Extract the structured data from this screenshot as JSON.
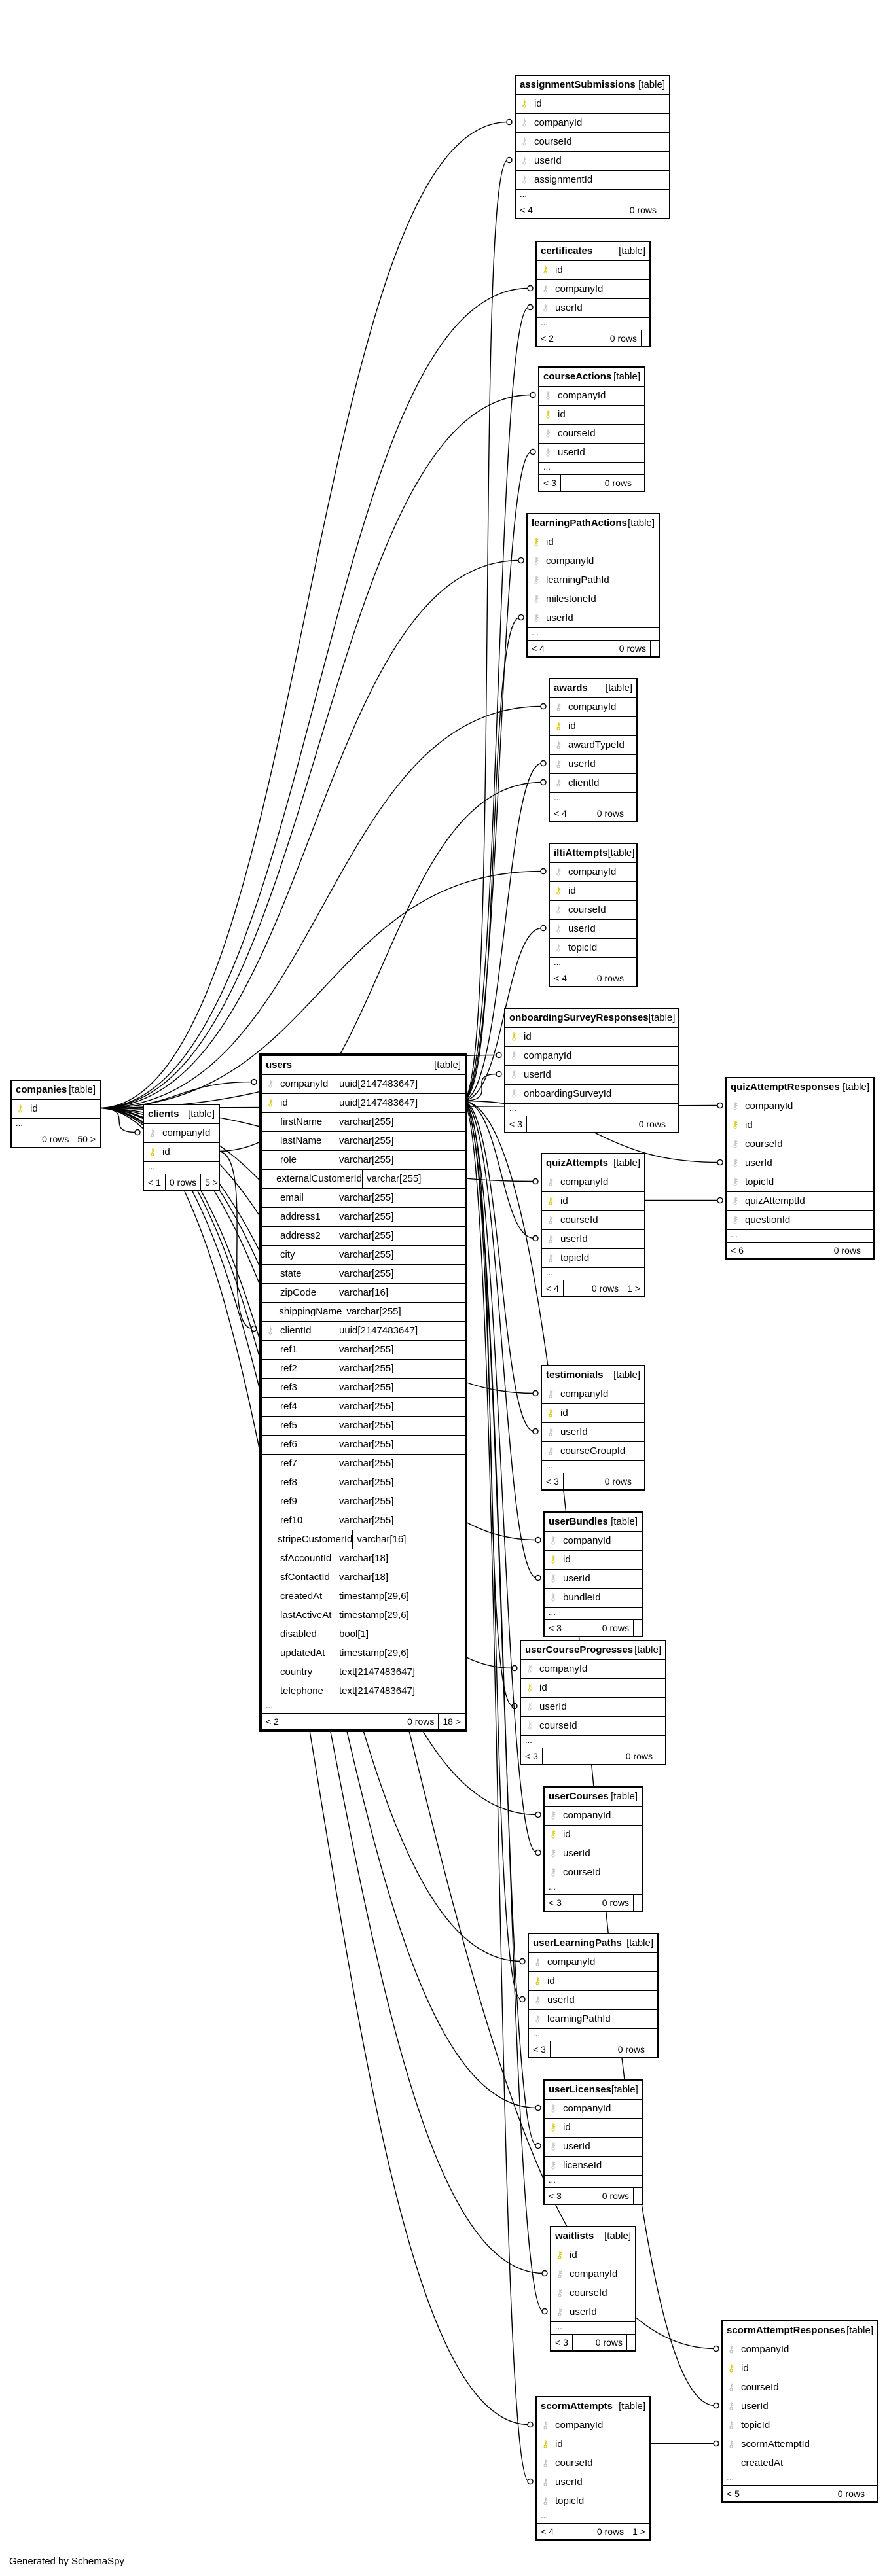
{
  "key_icons": {
    "pk": "primary-key-icon",
    "fk": "foreign-key-icon"
  },
  "colors": {
    "pk": "#d9c400",
    "fk": "#bdbdbd",
    "line": "#000000"
  },
  "generated_by": "Generated by SchemaSpy",
  "tables": [
    {
      "id": "companies",
      "name": "companies",
      "kind": "[table]",
      "cols": [
        {
          "n": "id",
          "k": "pk"
        }
      ],
      "f1": "",
      "rows": "0 rows",
      "f3": "50 >"
    },
    {
      "id": "clients",
      "name": "clients",
      "kind": "[table]",
      "cols": [
        {
          "n": "companyId",
          "k": "fk"
        },
        {
          "n": "id",
          "k": "pk"
        }
      ],
      "f1": "< 1",
      "rows": "0 rows",
      "f3": "5 >"
    },
    {
      "id": "users",
      "name": "users",
      "kind": "[table]",
      "cols": [
        {
          "n": "companyId",
          "t": "uuid[2147483647]",
          "k": "fk"
        },
        {
          "n": "id",
          "t": "uuid[2147483647]",
          "k": "pk"
        },
        {
          "n": "firstName",
          "t": "varchar[255]"
        },
        {
          "n": "lastName",
          "t": "varchar[255]"
        },
        {
          "n": "role",
          "t": "varchar[255]"
        },
        {
          "n": "externalCustomerId",
          "t": "varchar[255]"
        },
        {
          "n": "email",
          "t": "varchar[255]"
        },
        {
          "n": "address1",
          "t": "varchar[255]"
        },
        {
          "n": "address2",
          "t": "varchar[255]"
        },
        {
          "n": "city",
          "t": "varchar[255]"
        },
        {
          "n": "state",
          "t": "varchar[255]"
        },
        {
          "n": "zipCode",
          "t": "varchar[16]"
        },
        {
          "n": "shippingName",
          "t": "varchar[255]"
        },
        {
          "n": "clientId",
          "t": "uuid[2147483647]",
          "k": "fk"
        },
        {
          "n": "ref1",
          "t": "varchar[255]"
        },
        {
          "n": "ref2",
          "t": "varchar[255]"
        },
        {
          "n": "ref3",
          "t": "varchar[255]"
        },
        {
          "n": "ref4",
          "t": "varchar[255]"
        },
        {
          "n": "ref5",
          "t": "varchar[255]"
        },
        {
          "n": "ref6",
          "t": "varchar[255]"
        },
        {
          "n": "ref7",
          "t": "varchar[255]"
        },
        {
          "n": "ref8",
          "t": "varchar[255]"
        },
        {
          "n": "ref9",
          "t": "varchar[255]"
        },
        {
          "n": "ref10",
          "t": "varchar[255]"
        },
        {
          "n": "stripeCustomerId",
          "t": "varchar[16]"
        },
        {
          "n": "sfAccountId",
          "t": "varchar[18]"
        },
        {
          "n": "sfContactId",
          "t": "varchar[18]"
        },
        {
          "n": "createdAt",
          "t": "timestamp[29,6]"
        },
        {
          "n": "lastActiveAt",
          "t": "timestamp[29,6]"
        },
        {
          "n": "disabled",
          "t": "bool[1]"
        },
        {
          "n": "updatedAt",
          "t": "timestamp[29,6]"
        },
        {
          "n": "country",
          "t": "text[2147483647]"
        },
        {
          "n": "telephone",
          "t": "text[2147483647]"
        }
      ],
      "f1": "< 2",
      "rows": "0 rows",
      "f3": "18 >"
    },
    {
      "id": "assignmentSubmissions",
      "name": "assignmentSubmissions",
      "kind": "[table]",
      "cols": [
        {
          "n": "id",
          "k": "pk"
        },
        {
          "n": "companyId",
          "k": "fk"
        },
        {
          "n": "courseId",
          "k": "fk"
        },
        {
          "n": "userId",
          "k": "fk"
        },
        {
          "n": "assignmentId",
          "k": "fk"
        }
      ],
      "f1": "< 4",
      "rows": "0 rows",
      "f3": ""
    },
    {
      "id": "certificates",
      "name": "certificates",
      "kind": "[table]",
      "cols": [
        {
          "n": "id",
          "k": "pk"
        },
        {
          "n": "companyId",
          "k": "fk"
        },
        {
          "n": "userId",
          "k": "fk"
        }
      ],
      "f1": "< 2",
      "rows": "0 rows",
      "f3": ""
    },
    {
      "id": "courseActions",
      "name": "courseActions",
      "kind": "[table]",
      "cols": [
        {
          "n": "companyId",
          "k": "fk"
        },
        {
          "n": "id",
          "k": "pk"
        },
        {
          "n": "courseId",
          "k": "fk"
        },
        {
          "n": "userId",
          "k": "fk"
        }
      ],
      "f1": "< 3",
      "rows": "0 rows",
      "f3": ""
    },
    {
      "id": "learningPathActions",
      "name": "learningPathActions",
      "kind": "[table]",
      "cols": [
        {
          "n": "id",
          "k": "pk"
        },
        {
          "n": "companyId",
          "k": "fk"
        },
        {
          "n": "learningPathId",
          "k": "fk"
        },
        {
          "n": "milestoneId",
          "k": "fk"
        },
        {
          "n": "userId",
          "k": "fk"
        }
      ],
      "f1": "< 4",
      "rows": "0 rows",
      "f3": ""
    },
    {
      "id": "awards",
      "name": "awards",
      "kind": "[table]",
      "cols": [
        {
          "n": "companyId",
          "k": "fk"
        },
        {
          "n": "id",
          "k": "pk"
        },
        {
          "n": "awardTypeId",
          "k": "fk"
        },
        {
          "n": "userId",
          "k": "fk"
        },
        {
          "n": "clientId",
          "k": "fk"
        }
      ],
      "f1": "< 4",
      "rows": "0 rows",
      "f3": ""
    },
    {
      "id": "iltiAttempts",
      "name": "iltiAttempts",
      "kind": "[table]",
      "cols": [
        {
          "n": "companyId",
          "k": "fk"
        },
        {
          "n": "id",
          "k": "pk"
        },
        {
          "n": "courseId",
          "k": "fk"
        },
        {
          "n": "userId",
          "k": "fk"
        },
        {
          "n": "topicId",
          "k": "fk"
        }
      ],
      "f1": "< 4",
      "rows": "0 rows",
      "f3": ""
    },
    {
      "id": "onboardingSurveyResponses",
      "name": "onboardingSurveyResponses",
      "kind": "[table]",
      "cols": [
        {
          "n": "id",
          "k": "pk"
        },
        {
          "n": "companyId",
          "k": "fk"
        },
        {
          "n": "userId",
          "k": "fk"
        },
        {
          "n": "onboardingSurveyId",
          "k": "fk"
        }
      ],
      "f1": "< 3",
      "rows": "0 rows",
      "f3": ""
    },
    {
      "id": "quizAttempts",
      "name": "quizAttempts",
      "kind": "[table]",
      "cols": [
        {
          "n": "companyId",
          "k": "fk"
        },
        {
          "n": "id",
          "k": "pk"
        },
        {
          "n": "courseId",
          "k": "fk"
        },
        {
          "n": "userId",
          "k": "fk"
        },
        {
          "n": "topicId",
          "k": "fk"
        }
      ],
      "f1": "< 4",
      "rows": "0 rows",
      "f3": "1 >"
    },
    {
      "id": "quizAttemptResponses",
      "name": "quizAttemptResponses",
      "kind": "[table]",
      "cols": [
        {
          "n": "companyId",
          "k": "fk"
        },
        {
          "n": "id",
          "k": "pk"
        },
        {
          "n": "courseId",
          "k": "fk"
        },
        {
          "n": "userId",
          "k": "fk"
        },
        {
          "n": "topicId",
          "k": "fk"
        },
        {
          "n": "quizAttemptId",
          "k": "fk"
        },
        {
          "n": "questionId",
          "k": "fk"
        }
      ],
      "f1": "< 6",
      "rows": "0 rows",
      "f3": ""
    },
    {
      "id": "testimonials",
      "name": "testimonials",
      "kind": "[table]",
      "cols": [
        {
          "n": "companyId",
          "k": "fk"
        },
        {
          "n": "id",
          "k": "pk"
        },
        {
          "n": "userId",
          "k": "fk"
        },
        {
          "n": "courseGroupId",
          "k": "fk"
        }
      ],
      "f1": "< 3",
      "rows": "0 rows",
      "f3": ""
    },
    {
      "id": "userBundles",
      "name": "userBundles",
      "kind": "[table]",
      "cols": [
        {
          "n": "companyId",
          "k": "fk"
        },
        {
          "n": "id",
          "k": "pk"
        },
        {
          "n": "userId",
          "k": "fk"
        },
        {
          "n": "bundleId",
          "k": "fk"
        }
      ],
      "f1": "< 3",
      "rows": "0 rows",
      "f3": ""
    },
    {
      "id": "userCourseProgresses",
      "name": "userCourseProgresses",
      "kind": "[table]",
      "cols": [
        {
          "n": "companyId",
          "k": "fk"
        },
        {
          "n": "id",
          "k": "pk"
        },
        {
          "n": "userId",
          "k": "fk"
        },
        {
          "n": "courseId",
          "k": "fk"
        }
      ],
      "f1": "< 3",
      "rows": "0 rows",
      "f3": ""
    },
    {
      "id": "userCourses",
      "name": "userCourses",
      "kind": "[table]",
      "cols": [
        {
          "n": "companyId",
          "k": "fk"
        },
        {
          "n": "id",
          "k": "pk"
        },
        {
          "n": "userId",
          "k": "fk"
        },
        {
          "n": "courseId",
          "k": "fk"
        }
      ],
      "f1": "< 3",
      "rows": "0 rows",
      "f3": ""
    },
    {
      "id": "userLearningPaths",
      "name": "userLearningPaths",
      "kind": "[table]",
      "cols": [
        {
          "n": "companyId",
          "k": "fk"
        },
        {
          "n": "id",
          "k": "pk"
        },
        {
          "n": "userId",
          "k": "fk"
        },
        {
          "n": "learningPathId",
          "k": "fk"
        }
      ],
      "f1": "< 3",
      "rows": "0 rows",
      "f3": ""
    },
    {
      "id": "userLicenses",
      "name": "userLicenses",
      "kind": "[table]",
      "cols": [
        {
          "n": "companyId",
          "k": "fk"
        },
        {
          "n": "id",
          "k": "pk"
        },
        {
          "n": "userId",
          "k": "fk"
        },
        {
          "n": "licenseId",
          "k": "fk"
        }
      ],
      "f1": "< 3",
      "rows": "0 rows",
      "f3": ""
    },
    {
      "id": "waitlists",
      "name": "waitlists",
      "kind": "[table]",
      "cols": [
        {
          "n": "id",
          "k": "pk"
        },
        {
          "n": "companyId",
          "k": "fk"
        },
        {
          "n": "courseId",
          "k": "fk"
        },
        {
          "n": "userId",
          "k": "fk"
        }
      ],
      "f1": "< 3",
      "rows": "0 rows",
      "f3": ""
    },
    {
      "id": "scormAttemptResponses",
      "name": "scormAttemptResponses",
      "kind": "[table]",
      "cols": [
        {
          "n": "companyId",
          "k": "fk"
        },
        {
          "n": "id",
          "k": "pk"
        },
        {
          "n": "courseId",
          "k": "fk"
        },
        {
          "n": "userId",
          "k": "fk"
        },
        {
          "n": "topicId",
          "k": "fk"
        },
        {
          "n": "scormAttemptId",
          "k": "fk"
        },
        {
          "n": "createdAt"
        }
      ],
      "f1": "< 5",
      "rows": "0 rows",
      "f3": ""
    },
    {
      "id": "scormAttempts",
      "name": "scormAttempts",
      "kind": "[table]",
      "cols": [
        {
          "n": "companyId",
          "k": "fk"
        },
        {
          "n": "id",
          "k": "pk"
        },
        {
          "n": "courseId",
          "k": "fk"
        },
        {
          "n": "userId",
          "k": "fk"
        },
        {
          "n": "topicId",
          "k": "fk"
        }
      ],
      "f1": "< 4",
      "rows": "0 rows",
      "f3": "1 >"
    }
  ],
  "relations": [
    {
      "from": "companies.id",
      "to": "clients.companyId"
    },
    {
      "from": "companies.id",
      "to": "users.companyId"
    },
    {
      "from": "clients.id",
      "to": "users.clientId"
    },
    {
      "from": "companies.id",
      "to": "assignmentSubmissions.companyId"
    },
    {
      "from": "users.id",
      "to": "assignmentSubmissions.userId"
    },
    {
      "from": "companies.id",
      "to": "certificates.companyId"
    },
    {
      "from": "users.id",
      "to": "certificates.userId"
    },
    {
      "from": "companies.id",
      "to": "courseActions.companyId"
    },
    {
      "from": "users.id",
      "to": "courseActions.userId"
    },
    {
      "from": "companies.id",
      "to": "learningPathActions.companyId"
    },
    {
      "from": "users.id",
      "to": "learningPathActions.userId"
    },
    {
      "from": "companies.id",
      "to": "awards.companyId"
    },
    {
      "from": "users.id",
      "to": "awards.userId"
    },
    {
      "from": "clients.id",
      "to": "awards.clientId"
    },
    {
      "from": "companies.id",
      "to": "iltiAttempts.companyId"
    },
    {
      "from": "users.id",
      "to": "iltiAttempts.userId"
    },
    {
      "from": "companies.id",
      "to": "onboardingSurveyResponses.companyId"
    },
    {
      "from": "users.id",
      "to": "onboardingSurveyResponses.userId"
    },
    {
      "from": "companies.id",
      "to": "quizAttempts.companyId"
    },
    {
      "from": "users.id",
      "to": "quizAttempts.userId"
    },
    {
      "from": "companies.id",
      "to": "quizAttemptResponses.companyId"
    },
    {
      "from": "users.id",
      "to": "quizAttemptResponses.userId"
    },
    {
      "from": "quizAttempts.id",
      "to": "quizAttemptResponses.quizAttemptId"
    },
    {
      "from": "companies.id",
      "to": "testimonials.companyId"
    },
    {
      "from": "users.id",
      "to": "testimonials.userId"
    },
    {
      "from": "companies.id",
      "to": "userBundles.companyId"
    },
    {
      "from": "users.id",
      "to": "userBundles.userId"
    },
    {
      "from": "companies.id",
      "to": "userCourseProgresses.companyId"
    },
    {
      "from": "users.id",
      "to": "userCourseProgresses.userId"
    },
    {
      "from": "companies.id",
      "to": "userCourses.companyId"
    },
    {
      "from": "users.id",
      "to": "userCourses.userId"
    },
    {
      "from": "companies.id",
      "to": "userLearningPaths.companyId"
    },
    {
      "from": "users.id",
      "to": "userLearningPaths.userId"
    },
    {
      "from": "companies.id",
      "to": "userLicenses.companyId"
    },
    {
      "from": "users.id",
      "to": "userLicenses.userId"
    },
    {
      "from": "companies.id",
      "to": "waitlists.companyId"
    },
    {
      "from": "users.id",
      "to": "waitlists.userId"
    },
    {
      "from": "companies.id",
      "to": "scormAttemptResponses.companyId"
    },
    {
      "from": "users.id",
      "to": "scormAttemptResponses.userId"
    },
    {
      "from": "scormAttempts.id",
      "to": "scormAttemptResponses.scormAttemptId"
    },
    {
      "from": "companies.id",
      "to": "scormAttempts.companyId"
    },
    {
      "from": "users.id",
      "to": "scormAttempts.userId"
    }
  ]
}
